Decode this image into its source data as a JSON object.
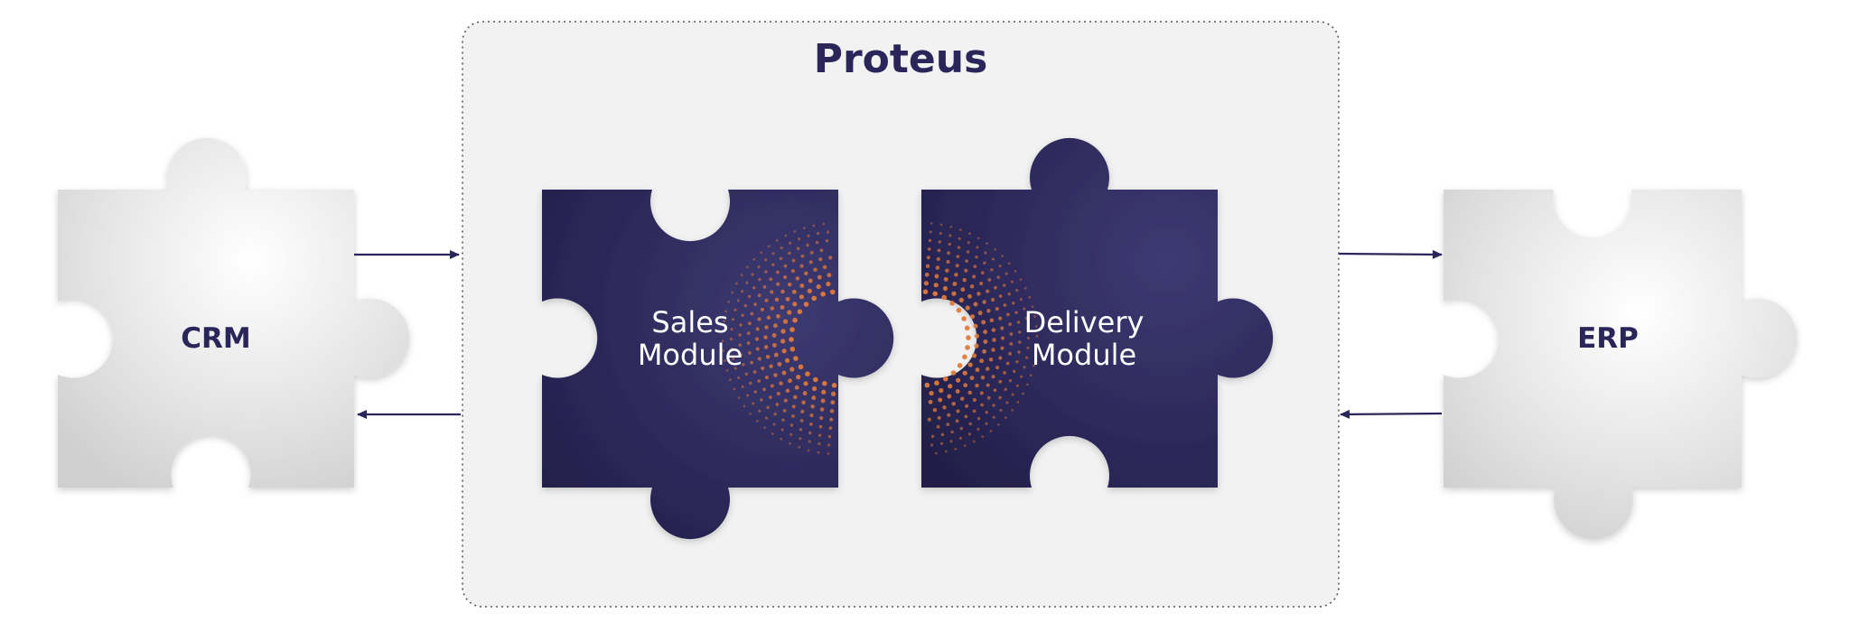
{
  "container": {
    "title": "Proteus"
  },
  "external": {
    "left": {
      "label": "CRM"
    },
    "right": {
      "label": "ERP"
    }
  },
  "modules": {
    "sales": {
      "line1": "Sales",
      "line2": "Module"
    },
    "delivery": {
      "line1": "Delivery",
      "line2": "Module"
    }
  },
  "colors": {
    "navy": "#27234f",
    "title": "#2b2659",
    "grey_piece": "#dedede",
    "container_bg": "#f2f2f2",
    "dot_orange": "#e07a3c",
    "arrow": "#2b2659",
    "module_text": "#ffffff"
  }
}
